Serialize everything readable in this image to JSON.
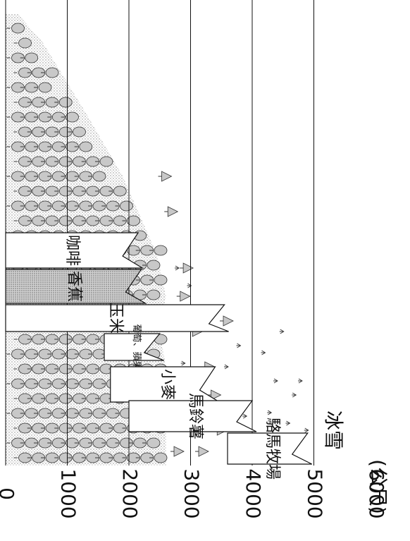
{
  "diagram": {
    "unit_label": "(公尺)",
    "altitudes": [
      "0",
      "1000",
      "2000",
      "3000",
      "4000",
      "5000",
      "6000"
    ],
    "snow_label": "冰雪",
    "crops": [
      {
        "label": "咖啡",
        "min_m": 0,
        "max_m": 2150
      },
      {
        "label": "香蕉",
        "min_m": 0,
        "max_m": 2200
      },
      {
        "label": "玉米",
        "min_m": 0,
        "max_m": 3550
      },
      {
        "label": "葡萄、蘋果",
        "min_m": 1600,
        "max_m": 2500
      },
      {
        "label": "小麥",
        "min_m": 1700,
        "max_m": 3400
      },
      {
        "label": "馬鈴薯",
        "min_m": 2000,
        "max_m": 4000
      },
      {
        "label": "駱馬牧場",
        "min_m": 3600,
        "max_m": 4900
      }
    ]
  },
  "colors": {
    "line": "#111111",
    "stipple": "#bdbdbd",
    "white": "#ffffff"
  }
}
